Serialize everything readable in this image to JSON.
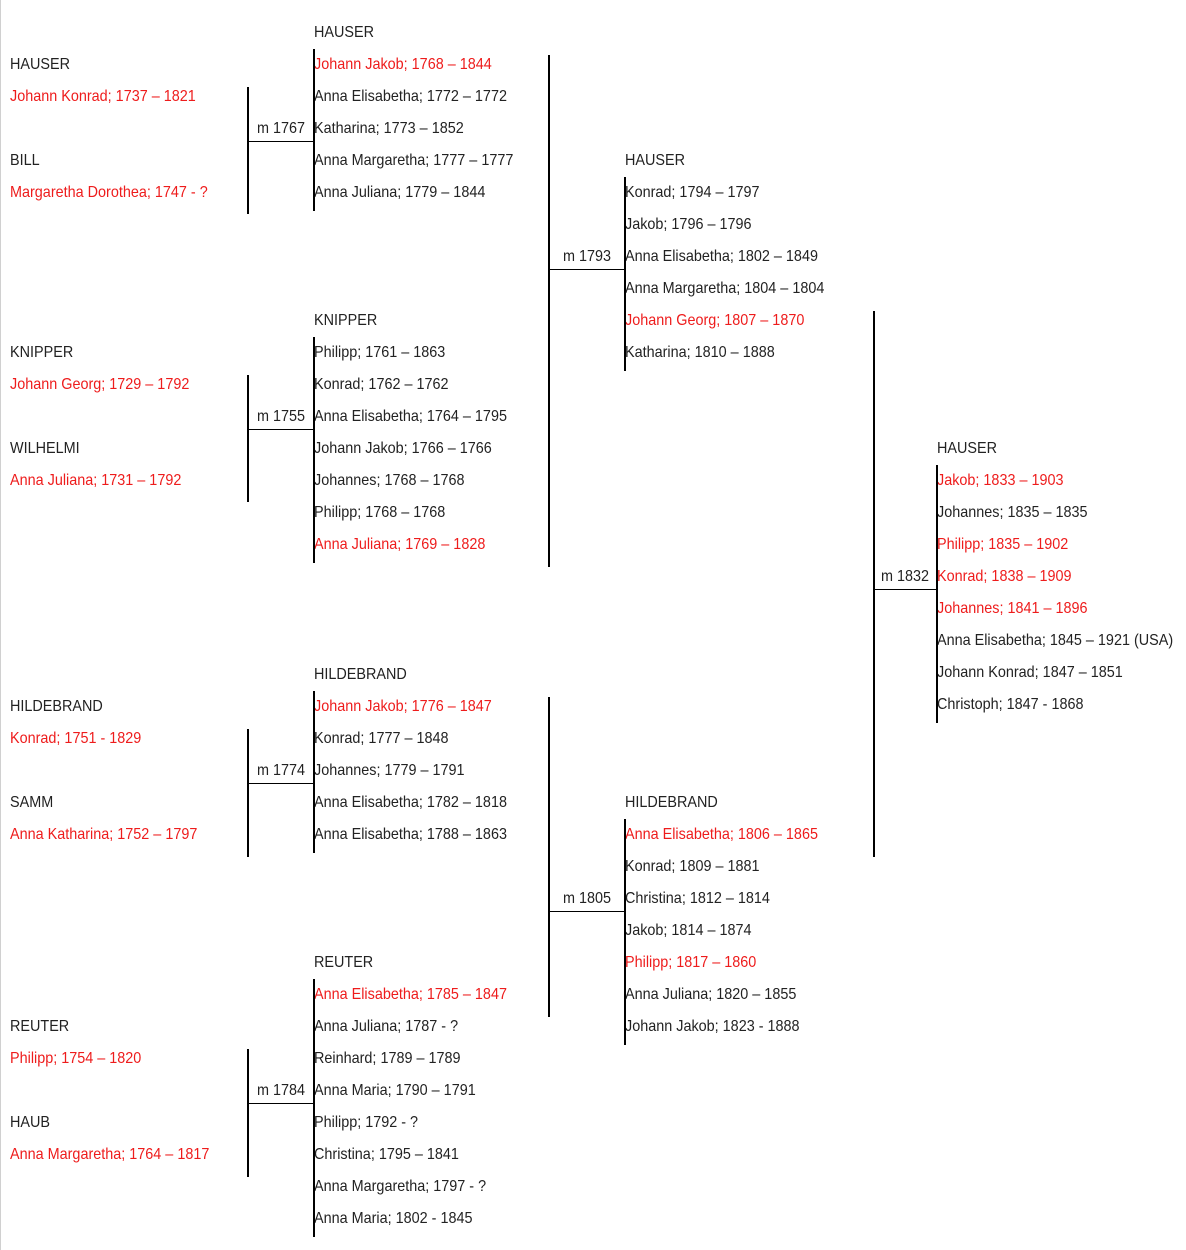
{
  "colors": {
    "direct_line": "#ee1c1c",
    "text": "#222222",
    "line": "#000000"
  },
  "couples": [
    {
      "husband": {
        "surname": "HAUSER",
        "name": "Johann Konrad; 1737 – 1821"
      },
      "wife": {
        "surname": "BILL",
        "name": "Margaretha Dorothea; 1747 - ?"
      },
      "marriage": "m 1767",
      "family_surname": "HAUSER",
      "children": [
        {
          "text": "Johann Jakob; 1768 – 1844",
          "direct": true
        },
        {
          "text": "Anna Elisabetha; 1772 – 1772",
          "direct": false
        },
        {
          "text": "Katharina; 1773 – 1852",
          "direct": false
        },
        {
          "text": "Anna Margaretha; 1777 – 1777",
          "direct": false
        },
        {
          "text": "Anna Juliana; 1779 – 1844",
          "direct": false
        }
      ]
    },
    {
      "husband": {
        "surname": "KNIPPER",
        "name": "Johann Georg; 1729 – 1792"
      },
      "wife": {
        "surname": "WILHELMI",
        "name": "Anna Juliana; 1731 – 1792"
      },
      "marriage": "m 1755",
      "family_surname": "KNIPPER",
      "children": [
        {
          "text": "Philipp; 1761 – 1863",
          "direct": false
        },
        {
          "text": "Konrad; 1762 – 1762",
          "direct": false
        },
        {
          "text": "Anna Elisabetha; 1764 – 1795",
          "direct": false
        },
        {
          "text": "Johann Jakob; 1766 – 1766",
          "direct": false
        },
        {
          "text": "Johannes; 1768 – 1768",
          "direct": false
        },
        {
          "text": "Philipp; 1768 – 1768",
          "direct": false
        },
        {
          "text": "Anna Juliana; 1769 – 1828",
          "direct": true
        }
      ]
    },
    {
      "husband": {
        "surname": "HILDEBRAND",
        "name": "Konrad; 1751 - 1829"
      },
      "wife": {
        "surname": "SAMM",
        "name": "Anna Katharina; 1752 – 1797"
      },
      "marriage": "m 1774",
      "family_surname": "HILDEBRAND",
      "children": [
        {
          "text": "Johann Jakob; 1776 – 1847",
          "direct": true
        },
        {
          "text": "Konrad; 1777 – 1848",
          "direct": false
        },
        {
          "text": "Johannes; 1779 – 1791",
          "direct": false
        },
        {
          "text": "Anna Elisabetha; 1782 – 1818",
          "direct": false
        },
        {
          "text": "Anna Elisabetha; 1788 – 1863",
          "direct": false
        }
      ]
    },
    {
      "husband": {
        "surname": "REUTER",
        "name": "Philipp; 1754 – 1820"
      },
      "wife": {
        "surname": "HAUB",
        "name": "Anna Margaretha; 1764 – 1817"
      },
      "marriage": "m 1784",
      "family_surname": "REUTER",
      "children": [
        {
          "text": "Anna Elisabetha; 1785 – 1847",
          "direct": true
        },
        {
          "text": "Anna Juliana; 1787 - ?",
          "direct": false
        },
        {
          "text": "Reinhard; 1789 – 1789",
          "direct": false
        },
        {
          "text": "Anna Maria; 1790 – 1791",
          "direct": false
        },
        {
          "text": "Philipp; 1792 - ?",
          "direct": false
        },
        {
          "text": "Christina; 1795 – 1841",
          "direct": false
        },
        {
          "text": "Anna Margaretha; 1797 - ?",
          "direct": false
        },
        {
          "text": "Anna Maria; 1802 - 1845",
          "direct": false
        }
      ]
    }
  ],
  "second_generation": [
    {
      "marriage": "m 1793",
      "family_surname": "HAUSER",
      "children": [
        {
          "text": "Konrad; 1794 – 1797",
          "direct": false
        },
        {
          "text": "Jakob; 1796 – 1796",
          "direct": false
        },
        {
          "text": "Anna Elisabetha; 1802 – 1849",
          "direct": false
        },
        {
          "text": "Anna Margaretha; 1804 – 1804",
          "direct": false
        },
        {
          "text": "Johann Georg; 1807 – 1870",
          "direct": true
        },
        {
          "text": "Katharina; 1810 – 1888",
          "direct": false
        }
      ]
    },
    {
      "marriage": "m 1805",
      "family_surname": "HILDEBRAND",
      "children": [
        {
          "text": "Anna Elisabetha; 1806 – 1865",
          "direct": true
        },
        {
          "text": "Konrad; 1809 – 1881",
          "direct": false
        },
        {
          "text": "Christina; 1812 – 1814",
          "direct": false
        },
        {
          "text": "Jakob; 1814 – 1874",
          "direct": false
        },
        {
          "text": "Philipp; 1817 – 1860",
          "direct": true
        },
        {
          "text": "Anna Juliana; 1820 – 1855",
          "direct": false
        },
        {
          "text": "Johann Jakob; 1823 - 1888",
          "direct": false
        }
      ]
    }
  ],
  "third_generation": {
    "marriage": "m 1832",
    "family_surname": "HAUSER",
    "children": [
      {
        "text": "Jakob; 1833 – 1903",
        "direct": true
      },
      {
        "text": "Johannes; 1835 – 1835",
        "direct": false
      },
      {
        "text": "Philipp; 1835 – 1902",
        "direct": true
      },
      {
        "text": "Konrad; 1838 – 1909",
        "direct": true
      },
      {
        "text": "Johannes; 1841 – 1896",
        "direct": true
      },
      {
        "text": "Anna Elisabetha; 1845 – 1921 (USA)",
        "direct": false
      },
      {
        "text": "Johann Konrad; 1847 – 1851",
        "direct": false
      },
      {
        "text": "Christoph; 1847 - 1868",
        "direct": false
      }
    ]
  }
}
